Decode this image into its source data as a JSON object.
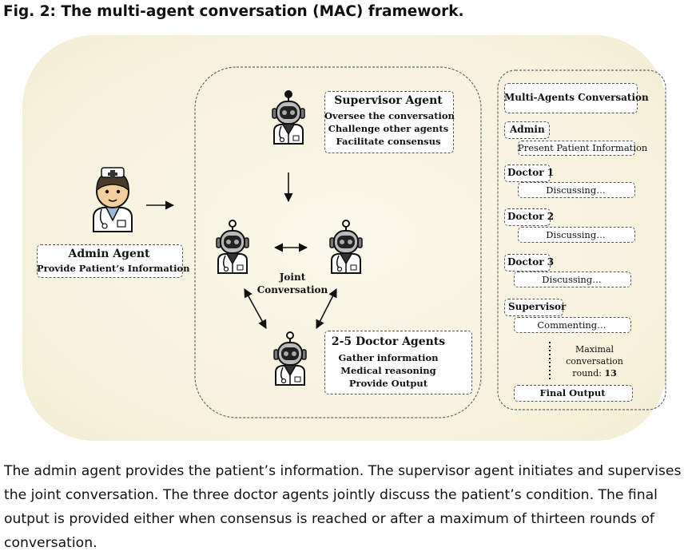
{
  "title": "Fig. 2: The multi-agent conversation (MAC) framework.",
  "admin": {
    "name": "Admin Agent",
    "role": "Provide Patient’s Information"
  },
  "supervisor": {
    "name": "Supervisor Agent",
    "lines": [
      "Oversee the conversation",
      "Challenge other agents",
      "Facilitate consensus"
    ]
  },
  "joint": {
    "line1": "Joint",
    "line2": "Conversation"
  },
  "doctors": {
    "name": "2-5 Doctor Agents",
    "lines": [
      "Gather information",
      "Medical reasoning",
      "Provide Output"
    ]
  },
  "mac": {
    "header": "Multi-Agents Conversation",
    "turns": [
      {
        "speaker": "Admin",
        "message": "Present Patient Information"
      },
      {
        "speaker": "Doctor 1",
        "message": "Discussing…"
      },
      {
        "speaker": "Doctor 2",
        "message": "Discussing…"
      },
      {
        "speaker": "Doctor 3",
        "message": "Discussing…"
      },
      {
        "speaker": "Supervisor",
        "message": "Commenting…"
      }
    ],
    "maximal_line1": "Maximal",
    "maximal_line2": "conversation",
    "maximal_line3": "round:",
    "maximal_rounds": "13",
    "final": "Final Output"
  },
  "caption": "The admin agent provides the patient’s information. The supervisor agent initiates and supervises the joint conversation. The three doctor agents jointly discuss the patient’s condition. The final output is provided either when consensus is reached or after a maximum of thirteen rounds of conversation."
}
